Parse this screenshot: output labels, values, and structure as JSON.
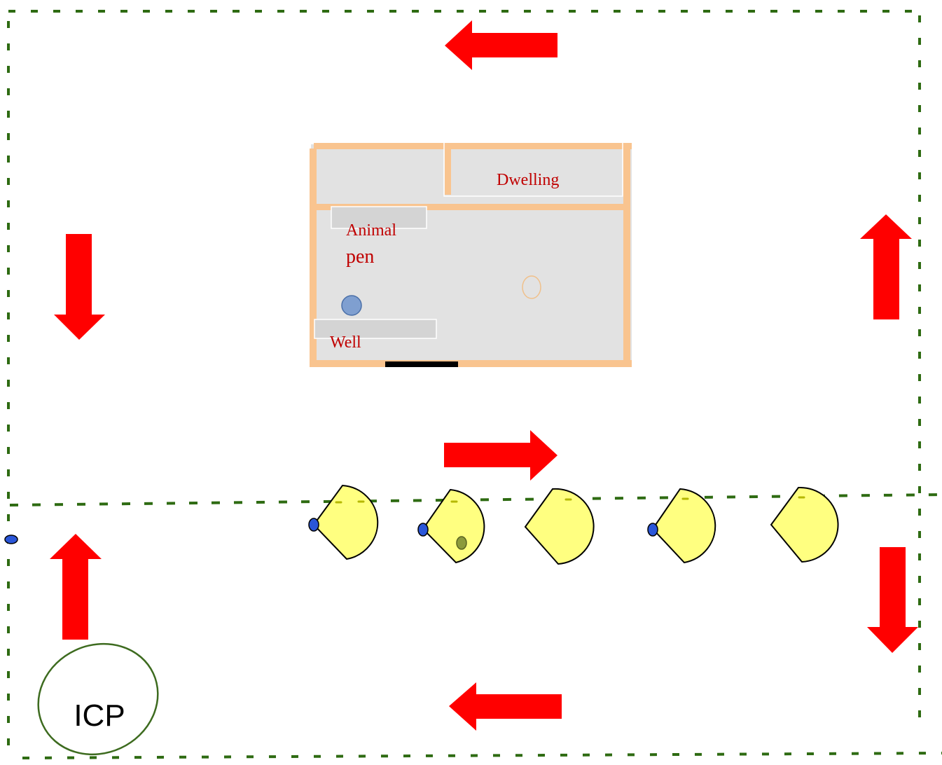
{
  "labels": {
    "dwelling": "Dwelling",
    "animal_pen_line1": "Animal",
    "animal_pen_line2": "pen",
    "well": "Well",
    "icp": "ICP"
  },
  "colors": {
    "boundary": "#2e6b12",
    "arrow": "#ff0000",
    "wall": "#f9c48f",
    "floor": "#e2e2e2",
    "label": "#c00000",
    "sector_fill": "#ffff80",
    "marker_blue": "#2a56d8",
    "marker_olive": "#8c9a3c",
    "icp_border": "#3d6b1f"
  },
  "icons": {
    "arrow": "red-block-arrow-icon",
    "sector": "yellow-sector-icon"
  }
}
